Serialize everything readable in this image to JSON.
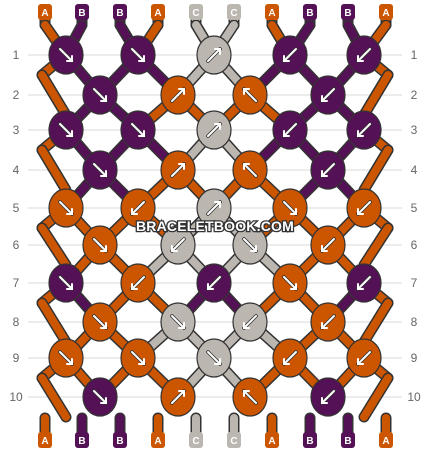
{
  "watermark": "BRACELETBOOK.COM",
  "colors": {
    "A": "#cc5500",
    "B": "#551155",
    "C": "#bbb6b0",
    "grid": "#d8d8d8",
    "arrow": "#ffffff",
    "outline": "#333333"
  },
  "strings": [
    "A",
    "B",
    "B",
    "A",
    "C",
    "C",
    "A",
    "B",
    "B",
    "A"
  ],
  "bottom_strings": [
    "A",
    "B",
    "B",
    "A",
    "C",
    "C",
    "A",
    "B",
    "B",
    "A"
  ],
  "row_labels": [
    "1",
    "2",
    "3",
    "4",
    "5",
    "6",
    "7",
    "8",
    "9",
    "10"
  ],
  "knots": [
    [
      {
        "c": "B",
        "a": "se"
      },
      {
        "c": "B",
        "a": "se"
      },
      {
        "c": "C",
        "a": "ne"
      },
      {
        "c": "B",
        "a": "sw"
      },
      {
        "c": "B",
        "a": "sw"
      }
    ],
    [
      {
        "c": "B",
        "a": "se"
      },
      {
        "c": "A",
        "a": "ne"
      },
      {
        "c": "A",
        "a": "nw"
      },
      {
        "c": "B",
        "a": "sw"
      }
    ],
    [
      {
        "c": "B",
        "a": "se"
      },
      {
        "c": "B",
        "a": "se"
      },
      {
        "c": "C",
        "a": "ne"
      },
      {
        "c": "B",
        "a": "sw"
      },
      {
        "c": "B",
        "a": "sw"
      }
    ],
    [
      {
        "c": "B",
        "a": "se"
      },
      {
        "c": "A",
        "a": "ne"
      },
      {
        "c": "A",
        "a": "nw"
      },
      {
        "c": "B",
        "a": "sw"
      }
    ],
    [
      {
        "c": "A",
        "a": "se"
      },
      {
        "c": "A",
        "a": "sw"
      },
      {
        "c": "C",
        "a": "ne"
      },
      {
        "c": "A",
        "a": "se"
      },
      {
        "c": "A",
        "a": "sw"
      }
    ],
    [
      {
        "c": "A",
        "a": "se"
      },
      {
        "c": "C",
        "a": "sw"
      },
      {
        "c": "C",
        "a": "se"
      },
      {
        "c": "A",
        "a": "sw"
      }
    ],
    [
      {
        "c": "B",
        "a": "se"
      },
      {
        "c": "A",
        "a": "sw"
      },
      {
        "c": "B",
        "a": "sw"
      },
      {
        "c": "A",
        "a": "se"
      },
      {
        "c": "B",
        "a": "sw"
      }
    ],
    [
      {
        "c": "A",
        "a": "se"
      },
      {
        "c": "C",
        "a": "se"
      },
      {
        "c": "C",
        "a": "sw"
      },
      {
        "c": "A",
        "a": "sw"
      }
    ],
    [
      {
        "c": "A",
        "a": "se"
      },
      {
        "c": "A",
        "a": "se"
      },
      {
        "c": "C",
        "a": "se"
      },
      {
        "c": "A",
        "a": "sw"
      },
      {
        "c": "A",
        "a": "sw"
      }
    ],
    [
      {
        "c": "B",
        "a": "se"
      },
      {
        "c": "A",
        "a": "ne"
      },
      {
        "c": "A",
        "a": "nw"
      },
      {
        "c": "B",
        "a": "sw"
      }
    ]
  ]
}
